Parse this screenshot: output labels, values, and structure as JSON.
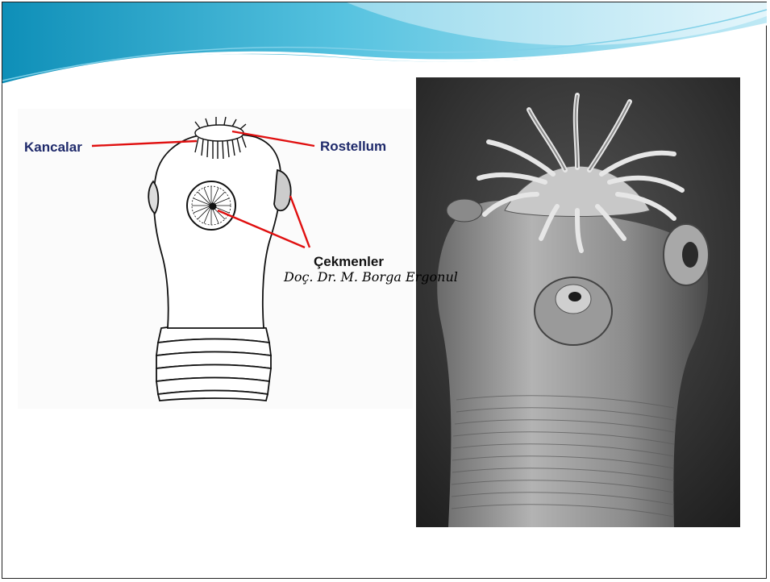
{
  "slide": {
    "labels": {
      "hooks": "Kancalar",
      "rostellum": "Rostellum",
      "suckers": "Çekmenler"
    },
    "credit": "Doç. Dr. M. Borga Ergonul"
  },
  "colors": {
    "label_blue": "#1f2a6b",
    "pointer_red": "#e01010",
    "banner_teal": "#2aa6c9"
  }
}
